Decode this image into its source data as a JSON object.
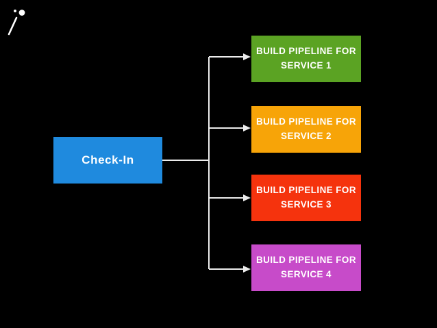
{
  "canvas": {
    "background_color": "#000000",
    "connector_color": "#ECECEC",
    "text_color": "#FFFFFF"
  },
  "icons": {
    "magic_wand": "magic-wand-icon",
    "magic_wand_color": "#FFFFFF"
  },
  "diagram": {
    "type": "flowchart",
    "source": {
      "label": "Check-In",
      "color": "#1F8ADE"
    },
    "targets": [
      {
        "label_line1": "BUILD PIPELINE FOR",
        "label_line2": "SERVICE 1",
        "color": "#5BA323"
      },
      {
        "label_line1": "BUILD PIPELINE FOR",
        "label_line2": "SERVICE 2",
        "color": "#F7A408"
      },
      {
        "label_line1": "BUILD PIPELINE FOR",
        "label_line2": "SERVICE 3",
        "color": "#F5330D"
      },
      {
        "label_line1": "BUILD PIPELINE FOR",
        "label_line2": "SERVICE 4",
        "color": "#C74BC9"
      }
    ]
  }
}
